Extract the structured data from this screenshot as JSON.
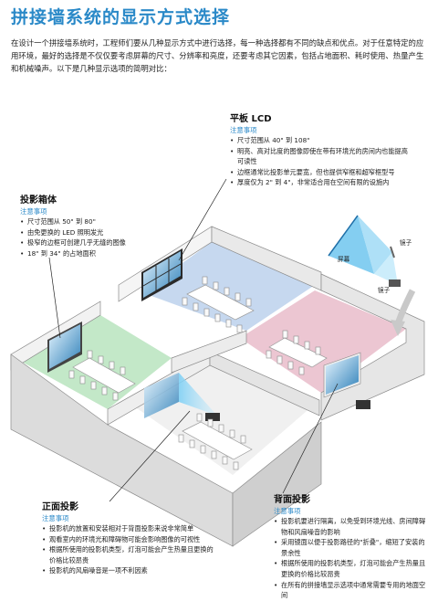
{
  "title": "拼接墙系统的显示方式选择",
  "intro": "在设计一个拼接墙系统时，工程师们要从几种显示方式中进行选择，每一种选择都有不同的缺点和优点。对于任意特定的应用环境，最好的选择是不仅仅要考虑屏幕的尺寸、分辨率和亮度，还要考虑其它因素，包括占地面积、耗时使用、热量产生和机械噪声。以下是几种显示选项的简明对比：",
  "lcd": {
    "heading": "平板 LCD",
    "subheading": "注意事项",
    "items": [
      "尺寸范围从 40\" 到 108\"",
      "明亮、高对比度的图像即使在带有环境光的房间内也能提高可读性",
      "边框通常比投影单元要宽，但也提供窄框和超窄框型号",
      "厚度仅为 2\" 到 4\"，非常适合用在空间有限的设施内"
    ]
  },
  "cube": {
    "heading": "投影箱体",
    "subheading": "注意事项",
    "items": [
      "尺寸范围从 50\" 到 80\"",
      "由免更换的 LED 照明发光",
      "极窄的边框可创建几乎无缝的图像",
      "18\" 到 34\" 的占地面积"
    ]
  },
  "front": {
    "heading": "正面投影",
    "subheading": "注意事项",
    "items": [
      "投影机的放置和安装相对于背面投影来说非常简单",
      "观看室内的环境光和障碍物可能会影响图像的可视性",
      "根据所使用的投影机类型，灯泡可能会产生热量且更换的价格比较昂贵",
      "投影机的风扇噪音是一项不利因素"
    ]
  },
  "rear": {
    "heading": "背面投影",
    "subheading": "注意事项",
    "items": [
      "投影机要进行隔离，以免受到环境光线、房间障碍物和风扇噪音的影响",
      "采用镜面以便于投影路径的\"折叠\"，缩短了安装的景余性",
      "根据所使用的投影机类型，灯泡可能会产生热量且更换的价格比较昂贵",
      "在所有的拼接墙显示选项中通常需要专用的地面空间"
    ]
  },
  "diagram": {
    "screen_label": "屏幕",
    "mirror_label_top": "镜子",
    "mirror_label_bottom": "镜子"
  },
  "colors": {
    "accent": "#2a89c8",
    "room_blue": "#c6d8ef",
    "room_green": "#c3e8c8",
    "room_pink": "#ecc6d2",
    "wall": "#f3f3f3"
  }
}
